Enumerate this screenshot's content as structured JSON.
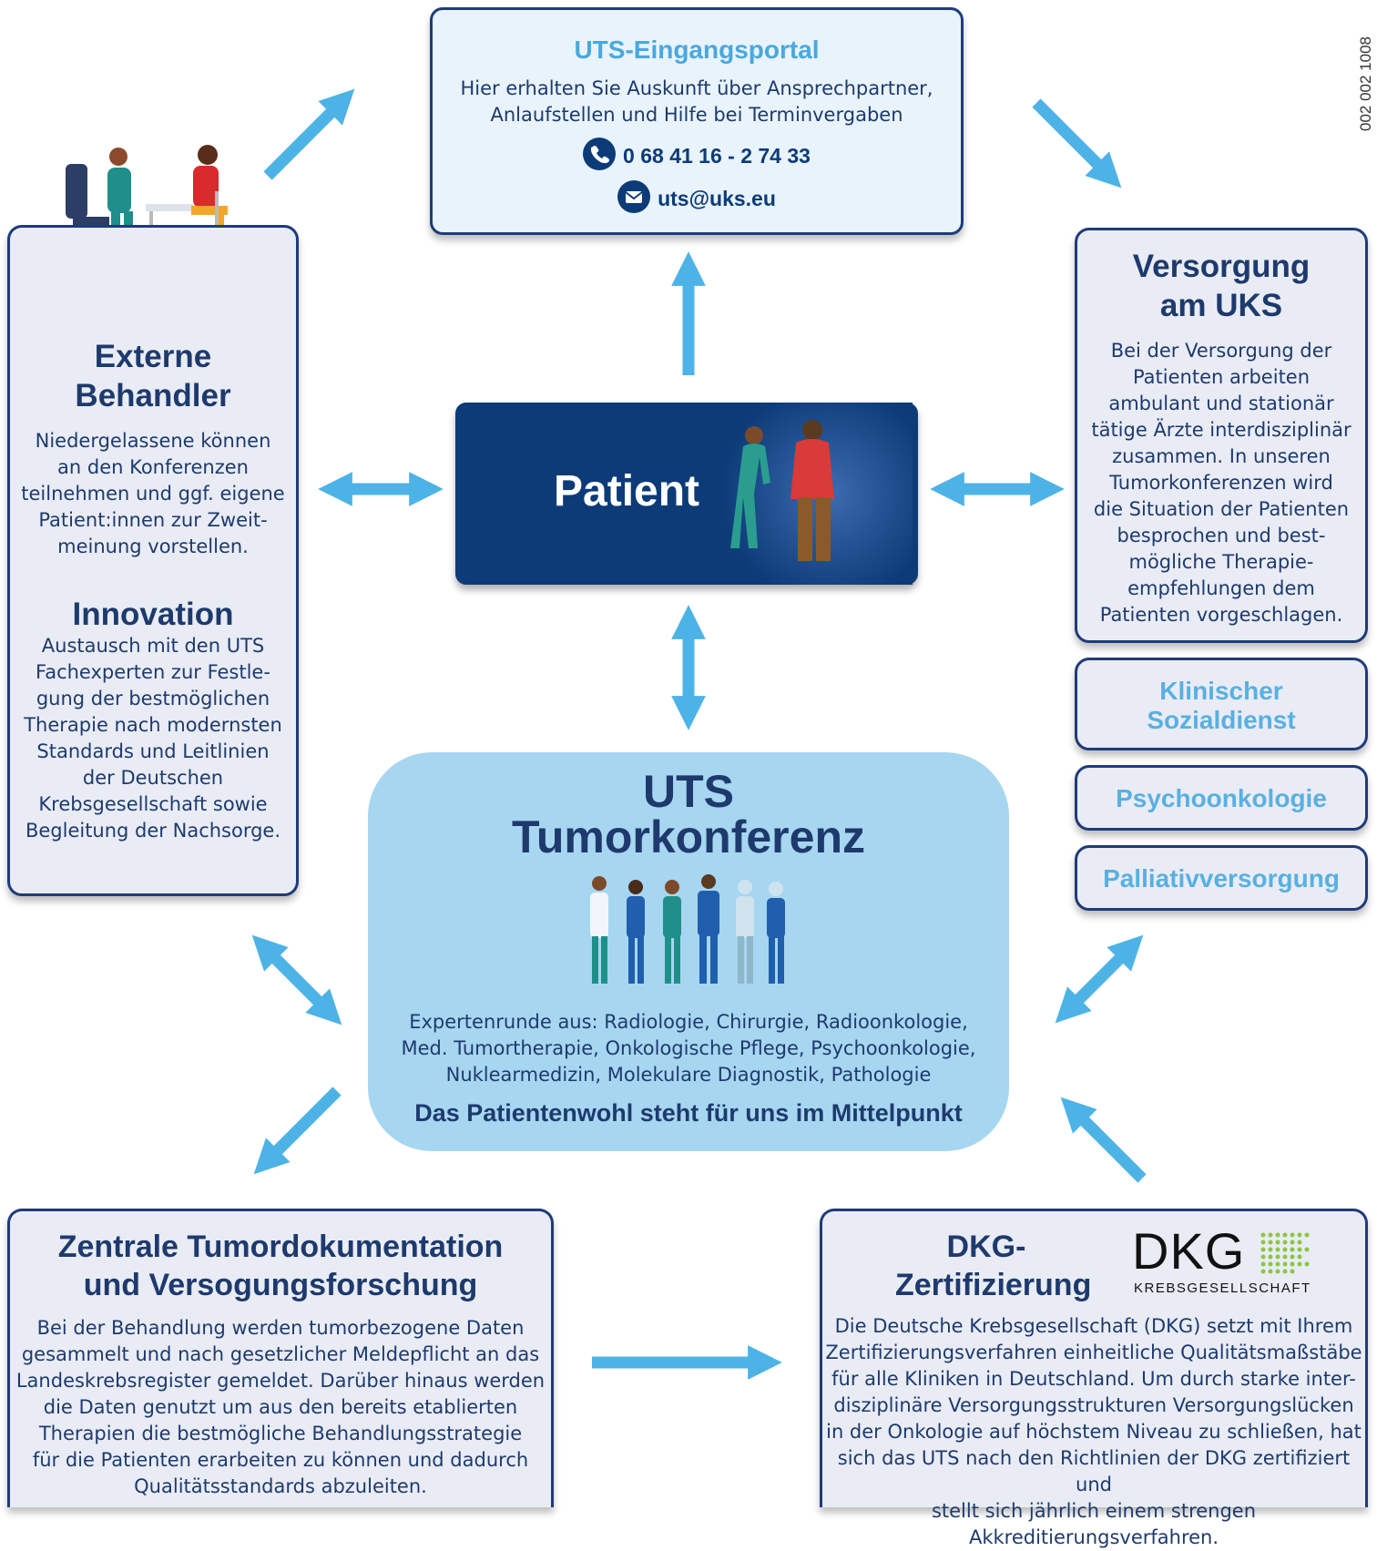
{
  "code": "002 002 1008",
  "portal": {
    "title": "UTS-Eingangsportal",
    "line1": "Hier erhalten Sie Auskunft über Ansprechpartner,",
    "line2": "Anlaufstellen und Hilfe bei Terminvergaben",
    "phone": "0 68 41 16 - 2 74 33",
    "email": "uts@uks.eu"
  },
  "externe": {
    "title1": "Externe",
    "title2": "Behandler",
    "text": [
      "Niedergelassene können",
      "an den Konferenzen",
      "teilnehmen und ggf. eigene",
      "Patient:innen zur Zweit-",
      "meinung vorstellen."
    ],
    "innovation_title": "Innovation",
    "innovation_text": [
      "Austausch mit den UTS",
      "Fachexperten zur Festle-",
      "gung der bestmöglichen",
      "Therapie nach modernsten",
      "Standards und Leitlinien",
      "der Deutschen",
      "Krebsgesellschaft sowie",
      "Begleitung der Nachsorge."
    ]
  },
  "patient": {
    "label": "Patient"
  },
  "versorgung": {
    "title1": "Versorgung",
    "title2": "am UKS",
    "text": [
      "Bei der Versorgung der",
      "Patienten arbeiten",
      "ambulant und stationär",
      "tätige Ärzte interdisziplinär",
      "zusammen. In unseren",
      "Tumorkonferenzen wird",
      "die Situation der Patienten",
      "besprochen und best-",
      "mögliche Therapie-",
      "empfehlungen dem",
      "Patienten vorgeschlagen."
    ]
  },
  "services": {
    "sozial1": "Klinischer",
    "sozial2": "Sozialdienst",
    "psycho": "Psychoonkologie",
    "palliativ": "Palliativversorgung"
  },
  "konferenz": {
    "title1": "UTS",
    "title2": "Tumorkonferenz",
    "text": [
      "Expertenrunde aus: Radiologie, Chirurgie, Radioonkologie,",
      "Med. Tumortherapie, Onkologische Pflege, Psychoonkologie,",
      "Nuklearmedizin, Molekulare Diagnostik, Pathologie"
    ],
    "motto": "Das Patientenwohl steht für uns im Mittelpunkt"
  },
  "doku": {
    "title1": "Zentrale Tumordokumentation",
    "title2": "und Versogungsforschung",
    "text": [
      "Bei der Behandlung werden tumorbezogene Daten",
      "gesammelt und nach gesetzlicher Meldepflicht an das",
      "Landeskrebsregister gemeldet. Darüber hinaus werden",
      "die Daten genutzt um aus den bereits etablierten",
      "Therapien die bestmögliche Behandlungsstrategie",
      "für die Patienten erarbeiten zu können und dadurch",
      "Qualitätsstandards abzuleiten."
    ]
  },
  "dkg": {
    "title1": "DKG-",
    "title2": "Zertifizierung",
    "logo_text": "DKG",
    "logo_sub": "KREBSGESELLSCHAFT",
    "text": [
      "Die Deutsche Krebsgesellschaft (DKG) setzt mit Ihrem",
      "Zertifizierungsverfahren einheitliche Qualitätsmaßstäbe",
      "für alle Kliniken in Deutschland. Um durch starke inter-",
      "disziplinäre Versorgungsstrukturen Versorgungslücken",
      "in der Onkologie auf höchstem Niveau zu schließen, hat",
      "sich das UTS nach den Richtlinien der DKG zertifiziert und",
      "stellt sich jährlich einem strengen Akkreditierungsverfahren."
    ]
  },
  "colors": {
    "navy": "#0c3b78",
    "arrow": "#4db3e6",
    "box_bg": "#e9ecf5",
    "konferenz_bg": "#a7d6f1",
    "dkg_green": "#8cc63f"
  }
}
